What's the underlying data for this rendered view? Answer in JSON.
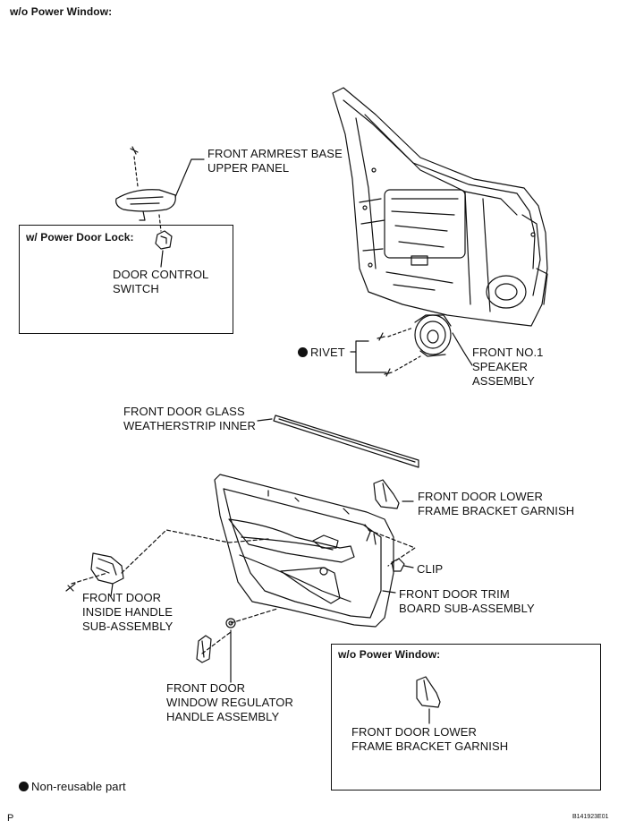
{
  "header": {
    "title": "w/o Power Window:"
  },
  "inset_power_door_lock": {
    "heading": "w/ Power Door Lock:",
    "part_line1": "DOOR CONTROL",
    "part_line2": "SWITCH"
  },
  "inset_power_window": {
    "heading": "w/o Power Window:",
    "part_line1": "FRONT DOOR LOWER",
    "part_line2": "FRAME BRACKET GARNISH"
  },
  "parts": {
    "armrest_line1": "FRONT ARMREST BASE",
    "armrest_line2": "UPPER PANEL",
    "rivet": "RIVET",
    "speaker_line1": "FRONT NO.1",
    "speaker_line2": "SPEAKER",
    "speaker_line3": "ASSEMBLY",
    "weatherstrip_line1": "FRONT DOOR GLASS",
    "weatherstrip_line2": "WEATHERSTRIP INNER",
    "bracket_line1": "FRONT DOOR LOWER",
    "bracket_line2": "FRAME BRACKET GARNISH",
    "clip": "CLIP",
    "trim_line1": "FRONT DOOR TRIM",
    "trim_line2": "BOARD SUB-ASSEMBLY",
    "handle_line1": "FRONT DOOR",
    "handle_line2": "INSIDE HANDLE",
    "handle_line3": "SUB-ASSEMBLY",
    "regulator_line1": "FRONT DOOR",
    "regulator_line2": "WINDOW REGULATOR",
    "regulator_line3": "HANDLE ASSEMBLY"
  },
  "legend": {
    "text": "Non-reusable part"
  },
  "footer": {
    "page_mark": "P",
    "code": "B141923E01"
  }
}
